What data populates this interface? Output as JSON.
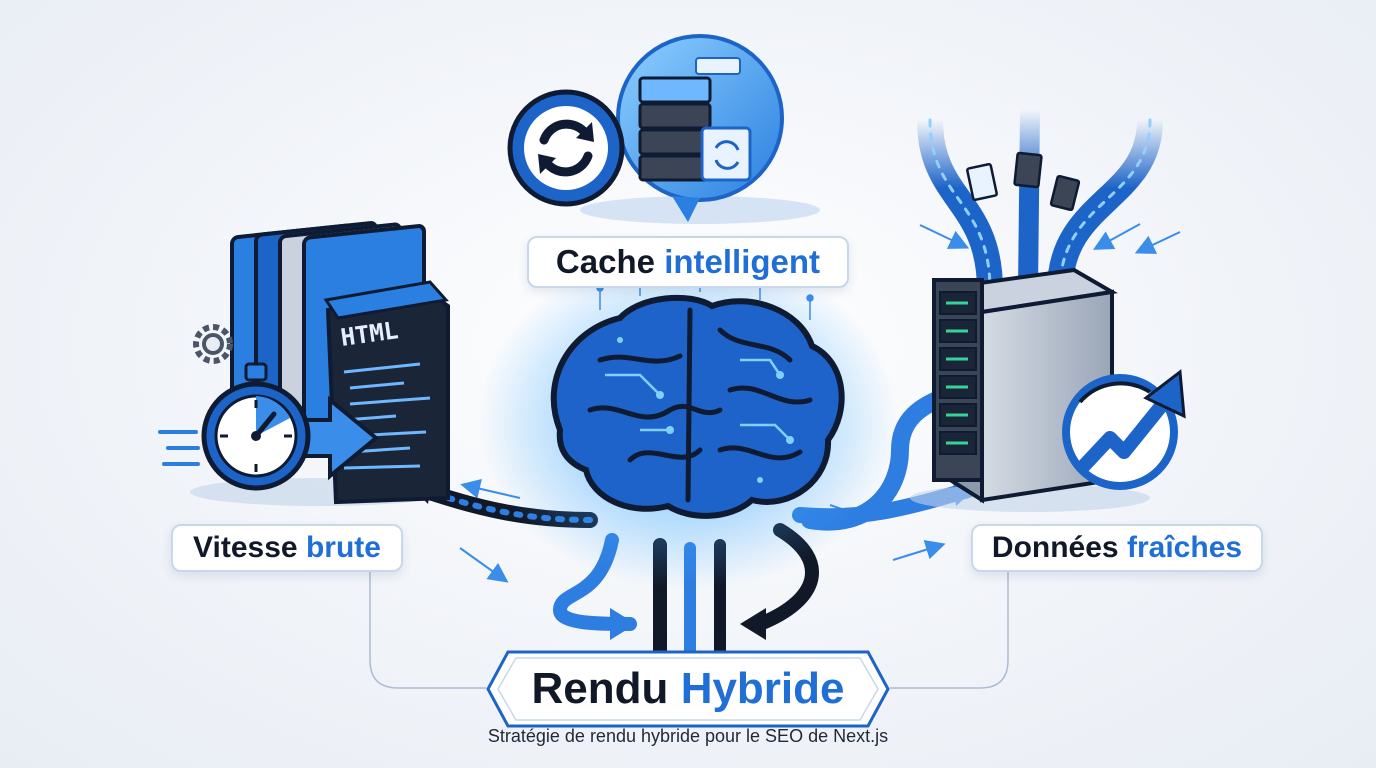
{
  "cache_label": {
    "dark": "Cache",
    "blue": "intelligent"
  },
  "speed_label": {
    "dark": "Vitesse",
    "blue": "brute"
  },
  "fresh_label": {
    "dark": "Données",
    "blue": "fraîches"
  },
  "main_label": {
    "dark": "Rendu",
    "blue": "Hybride"
  },
  "caption": "Stratégie de rendu hybride pour le SEO de Next.js",
  "html_doc_text": "HTML",
  "colors": {
    "accent": "#1f6fd6",
    "dark": "#111827",
    "glow": "#3fa9ff"
  }
}
